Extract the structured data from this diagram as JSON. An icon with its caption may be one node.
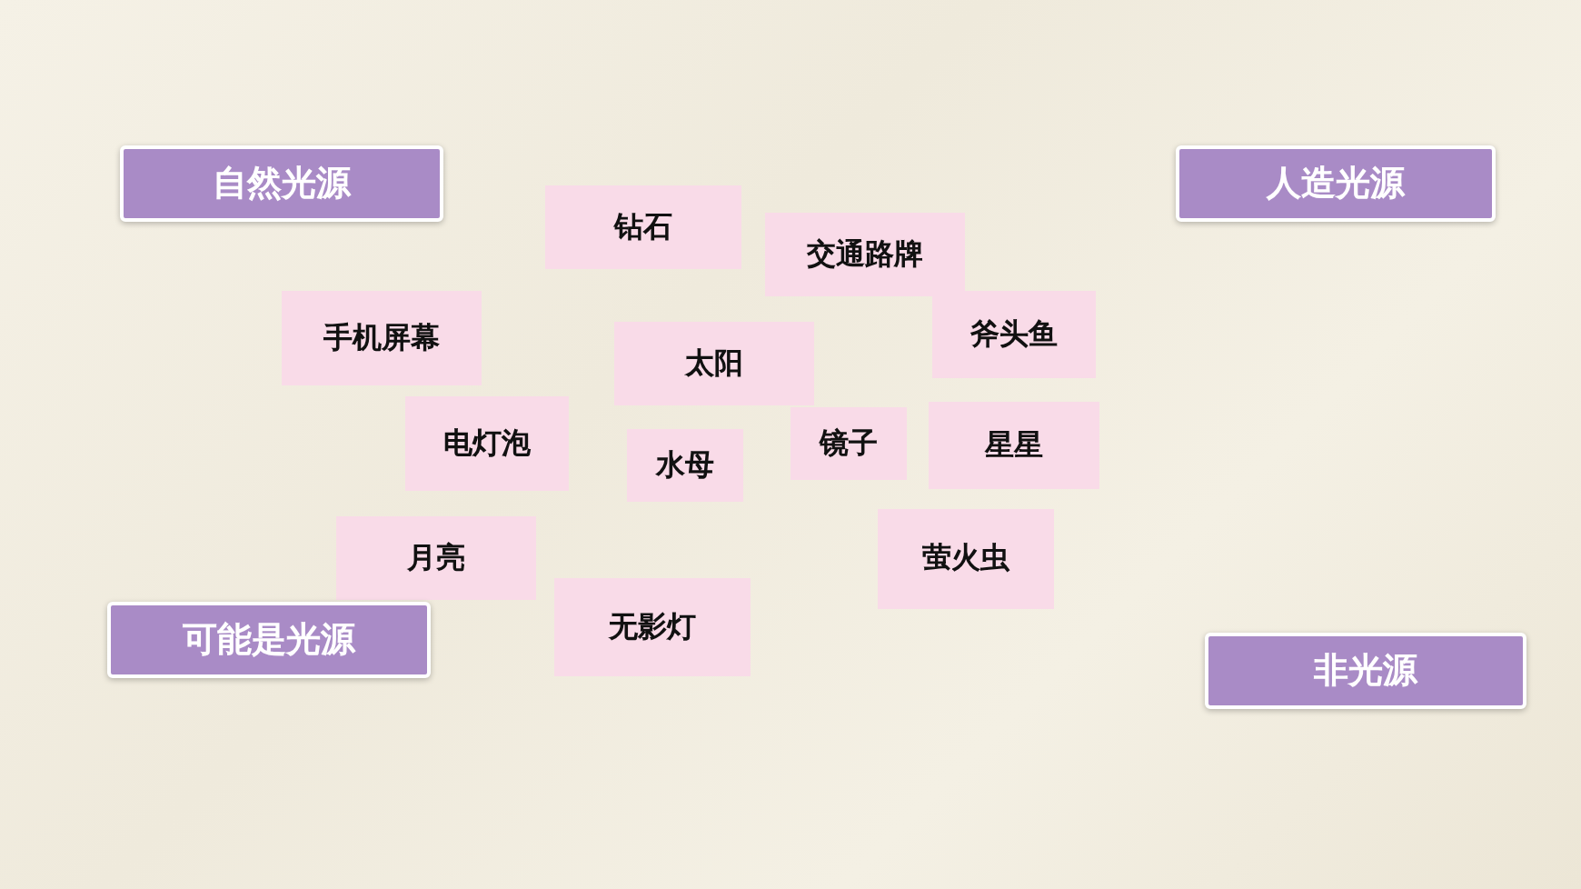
{
  "diagram": {
    "nodes": [
      {
        "text": [
          "自然光源"
        ]
      },
      {
        "text": [
          "人造光源"
        ]
      },
      {
        "text": [
          "钻石"
        ]
      },
      {
        "text": [
          "交通路牌"
        ]
      },
      {
        "text": [
          "手机屏幕"
        ]
      },
      {
        "text": [
          "斧头鱼"
        ]
      },
      {
        "text": [
          "太阳"
        ]
      },
      {
        "text": [
          "电灯泡"
        ]
      },
      {
        "text": [
          "镜子"
        ]
      },
      {
        "text": [
          "星星"
        ]
      },
      {
        "text": [
          "水母"
        ]
      },
      {
        "text": [
          "月亮"
        ]
      },
      {
        "text": [
          "萤火虫"
        ]
      },
      {
        "text": [
          "无影灯"
        ]
      },
      {
        "text": [
          "可能是光源"
        ]
      },
      {
        "text": [
          "非光源"
        ]
      }
    ]
  }
}
